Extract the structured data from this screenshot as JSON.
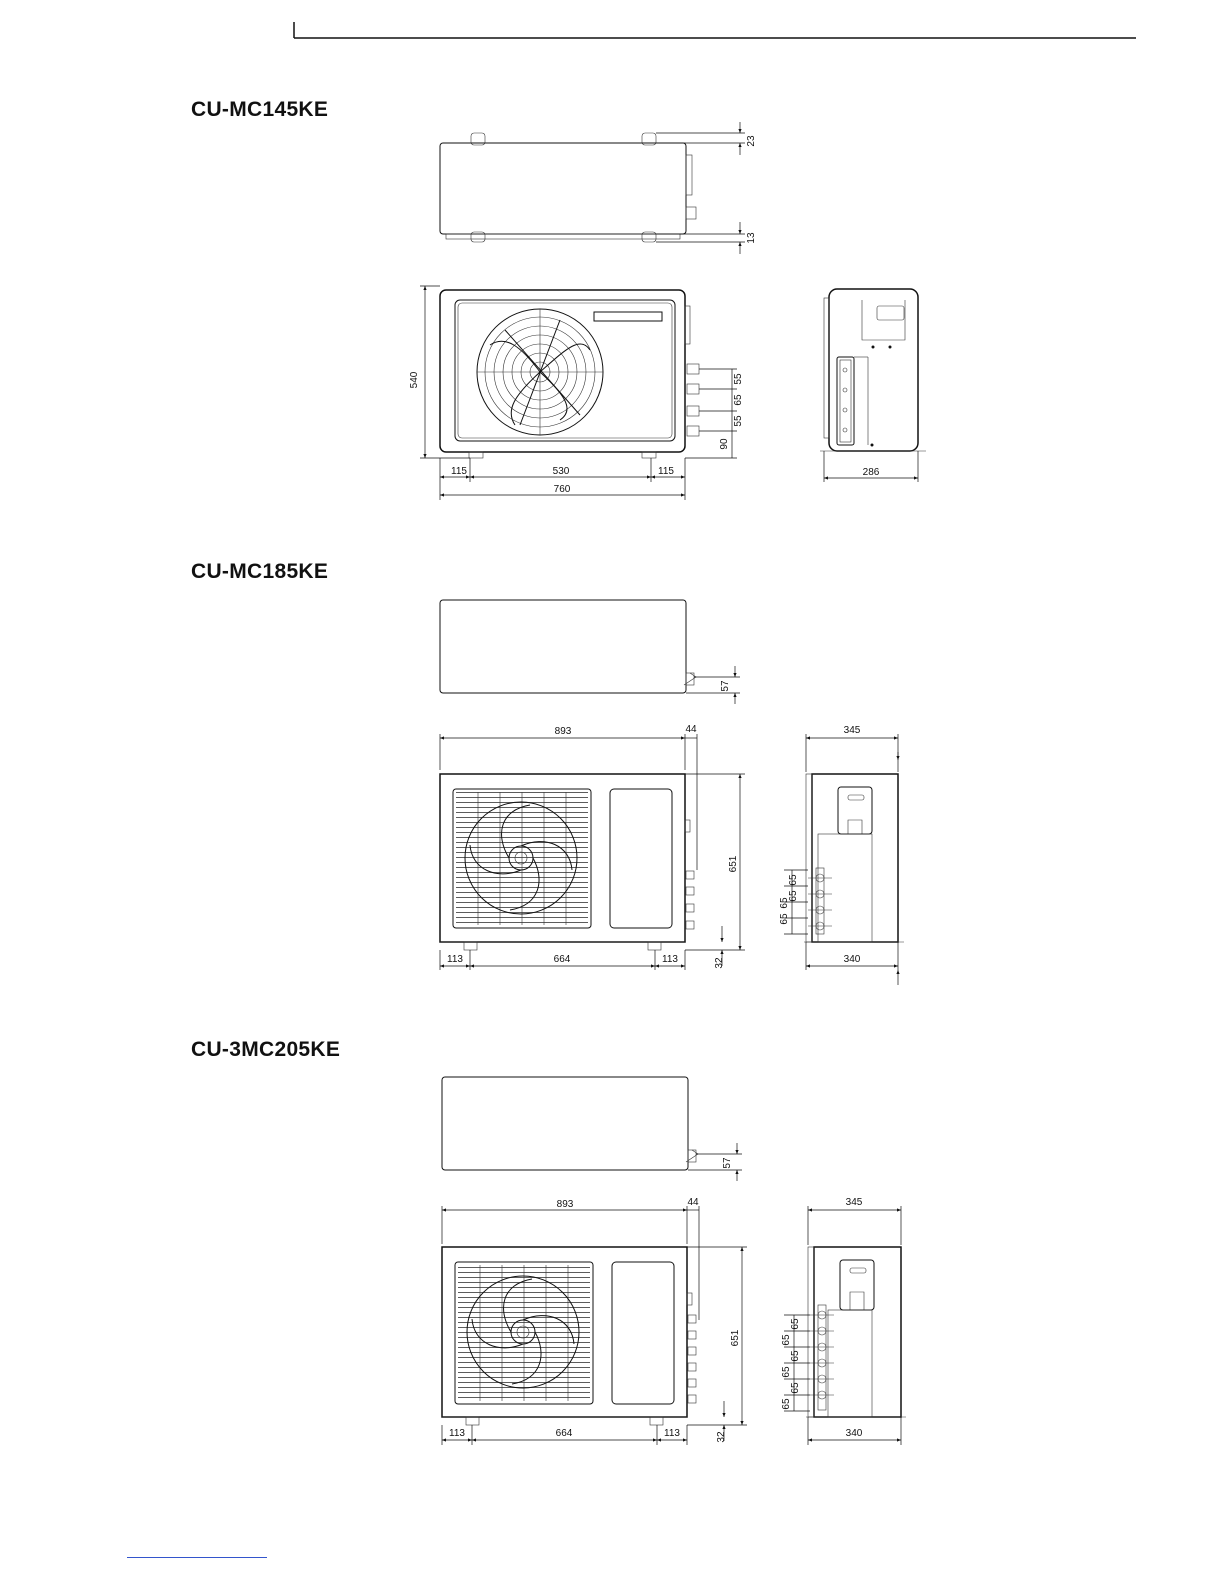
{
  "models": [
    {
      "title": "CU-MC145KE",
      "top_view": {
        "dims": {
          "offset_top": "23",
          "offset_bottom": "13"
        }
      },
      "front_view": {
        "dims": {
          "height": "540",
          "left": "115",
          "center": "530",
          "right": "115",
          "total": "760",
          "pipe_1": "55",
          "pipe_2": "65",
          "pipe_3": "55",
          "pipe_4": "90"
        }
      },
      "side_view": {
        "dims": {
          "depth": "286"
        }
      }
    },
    {
      "title": "CU-MC185KE",
      "top_view": {
        "dims": {
          "valve_offset": "57"
        }
      },
      "front_view": {
        "dims": {
          "width": "893",
          "valve_projection": "44",
          "height": "651",
          "left": "113",
          "center": "664",
          "right": "113",
          "bottom": "32"
        }
      },
      "side_view": {
        "dims": {
          "depth_top": "345",
          "depth_bottom": "340",
          "pipe_1": "65",
          "pipe_2": "65",
          "pipe_3": "65",
          "pipe_4": "65"
        }
      }
    },
    {
      "title": "CU-3MC205KE",
      "top_view": {
        "dims": {
          "valve_offset": "57"
        }
      },
      "front_view": {
        "dims": {
          "width": "893",
          "valve_projection": "44",
          "height": "651",
          "left": "113",
          "center": "664",
          "right": "113",
          "bottom": "32"
        }
      },
      "side_view": {
        "dims": {
          "depth_top": "345",
          "depth_bottom": "340",
          "pipe_1": "65",
          "pipe_2": "65",
          "pipe_3": "65",
          "pipe_4": "65",
          "pipe_5": "65",
          "pipe_6": "65"
        }
      }
    }
  ]
}
